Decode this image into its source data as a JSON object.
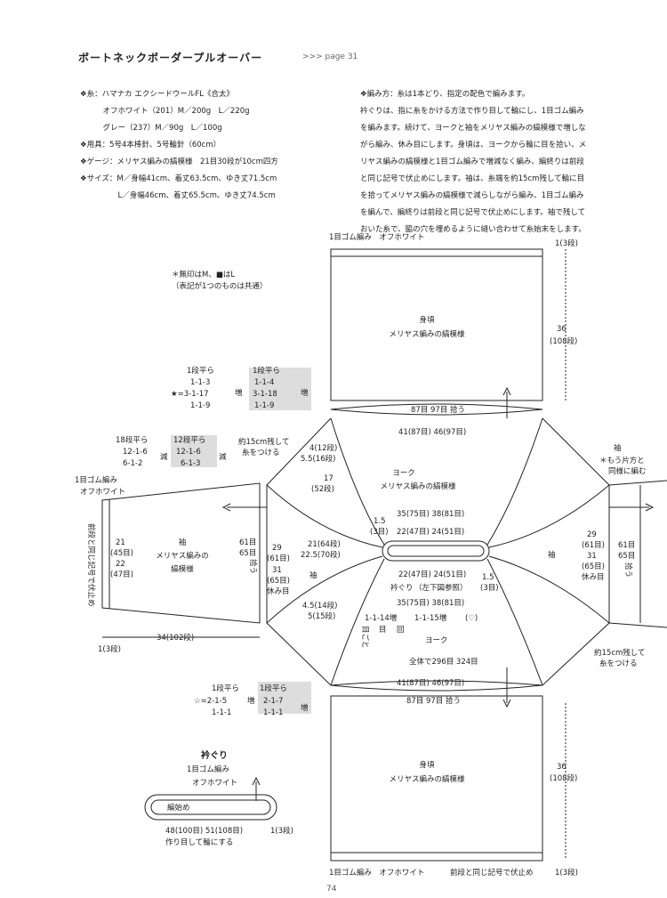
{
  "header": {
    "title": "ボートネックボーダープルオーバー",
    "ref": ">>> page 31"
  },
  "spec": {
    "rows": [
      "❖糸：ハマナカ エクシードウールFL《合太》",
      "　　　オフホワイト（201）M／200g　L／220g",
      "　　　グレー（237）M／90g　L／100g",
      "❖用具：5号4本棒針、5号輪針（60cm）",
      "❖ゲージ：メリヤス編みの縞模様　21目30段が10cm四方",
      "❖サイズ：M／身幅41cm、着丈63.5cm、ゆき丈71.5cm",
      "　　　　　L／身幅46cm、着丈65.5cm、ゆき丈74.5cm"
    ]
  },
  "how": {
    "lines": [
      "❖編み方：糸は1本どり、指定の配色で編みます。",
      "衿ぐりは、指に糸をかける方法で作り目して輪にし、1目ゴム編み",
      "を編みます。続けて、ヨークと袖をメリヤス編みの縞模様で増しな",
      "がら編み、休み目にします。身頃は、ヨークから輪に目を拾い、メ",
      "リヤス編みの縞模様と1目ゴム編みで増減なく編み、編終りは前段",
      "と同じ記号で伏止めにします。袖は、糸端を約15cm残して輪に目",
      "を拾ってメリヤス編みの縞模様で減らしながら編み、1目ゴム編み",
      "を編んで、編終りは前段と同じ記号で伏止めにします。袖で残して",
      "おいた糸で、脇の穴を埋めるように縫い合わせて糸始末をします。"
    ]
  },
  "diagram": {
    "note": [
      "＊無印はM、■はL",
      "（表記が1つのものは共通）"
    ],
    "body_top": {
      "rib": "1目ゴム編み　オフホワイト",
      "rib_rows": "1(3段)",
      "label1": "身頃",
      "label2": "メリヤス編みの縞模様",
      "len": "36",
      "len_rows": "(108段)",
      "pick": "87目 97目 拾う",
      "width": "41(87目) 46(97目)"
    },
    "inc_top": {
      "h": "1段平ら",
      "a": [
        "1-1-3",
        "★=3-1-17",
        "1-1-9"
      ],
      "b": [
        "1段平ら",
        "1-1-4",
        "3-1-18",
        "1-1-9"
      ],
      "inc": "増"
    },
    "yoke": {
      "label1": "ヨーク",
      "label2": "メリヤス編みの縞模様",
      "s17": "17",
      "s52": "(52段)",
      "s4": "4(12段)",
      "s55": "5.5(16段)",
      "w35": "35(75目) 38(81目)",
      "w22": "22(47目) 24(51目)",
      "w22b": "22(47目) 24(51目)",
      "w35b": "35(75目) 38(81目)",
      "s15": "1.5",
      "s3": "(3目)",
      "neck": "衿ぐり",
      "neck_note": "（左下図参照）",
      "r21": "21(64段)",
      "r225": "22.5(70段)",
      "r45": "4.5(14段)",
      "r5": "5(15段)",
      "sleeve_small": "袖",
      "inc_bottom": "1-1-14増",
      "inc_bottom_l": "1-1-15増",
      "heart": "(♡)",
      "each": "目ごと",
      "eye": "目",
      "kai": "回",
      "yoke2": "ヨーク",
      "total": "全体で296目 324目"
    },
    "sleeve_left": {
      "dec_h": "18段平ら",
      "dec_a": [
        "12-1-6",
        "6-1-2"
      ],
      "dec_b": [
        "12段平ら",
        "12-1-6",
        "6-1-3"
      ],
      "dec": "減",
      "yarn": "約15cm残して",
      "yarn2": "糸をつける",
      "rib": "1目ゴム編み",
      "color": "オフホワイト",
      "label1": "袖",
      "label2": "メリヤス編みの",
      "label3": "縞模様",
      "w21": "21",
      "w45": "(45目)",
      "w22": "22",
      "w47": "(47目)",
      "side": "前段と同じ記号で伏止め",
      "h61": "61目",
      "h65": "65目",
      "pick": "拾う",
      "m29": "29",
      "m61": "(61目)",
      "m31": "31",
      "m65": "(65目)",
      "rest": "休み目",
      "len": "34(102段)",
      "rib_rows": "1(3段)"
    },
    "sleeve_right": {
      "label": "袖",
      "note1": "＊もう片方と",
      "note2": "同様に編む",
      "m29": "29",
      "m61": "(61目)",
      "m31": "31",
      "m65": "(65目)",
      "rest": "休み目",
      "h61": "61目",
      "h65": "65目",
      "pick": "拾う",
      "yarn": "約15cm残して",
      "yarn2": "糸をつける"
    },
    "inc_bot": {
      "h": "1段平ら",
      "a": [
        "☆=2-1-5",
        "1-1-1"
      ],
      "b": [
        "1段平ら",
        "2-1-7",
        "1-1-1"
      ],
      "inc": "増"
    },
    "body_bot": {
      "width": "41(87目) 46(97目)",
      "pick": "87目 97目 拾う",
      "label1": "身頃",
      "label2": "メリヤス編みの縞模様",
      "len": "36",
      "len_rows": "(108段)",
      "rib": "1目ゴム編み　オフホワイト",
      "bind": "前段と同じ記号で伏止め",
      "rib_rows": "1(3段)"
    },
    "neck_detail": {
      "title": "衿ぐり",
      "rib": "1目ゴム編み",
      "color": "オフホワイト",
      "start": "編始め",
      "count": "48(100目) 51(108目)",
      "cast": "作り目して輪にする",
      "rows": "1(3段)"
    }
  },
  "footer": {
    "page": "74"
  }
}
